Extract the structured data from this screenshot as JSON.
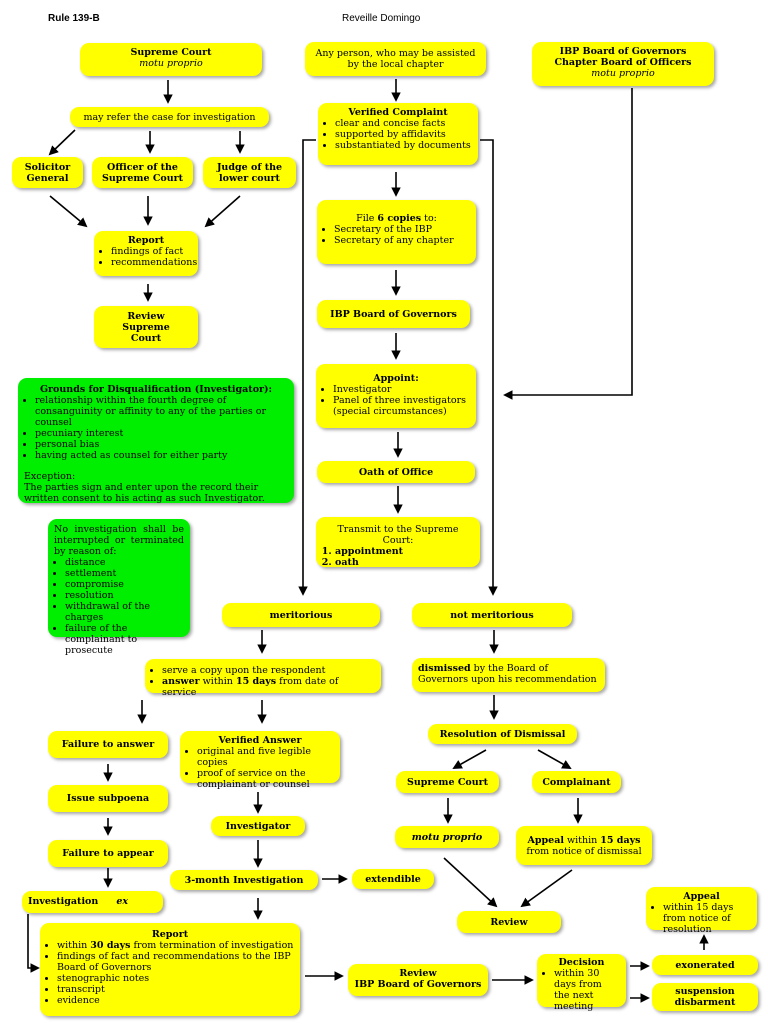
{
  "header": {
    "rule": "Rule 139-B",
    "author": "Reveille Domingo"
  },
  "supreme_court_top": {
    "title": "Supreme Court",
    "sub": "motu proprio"
  },
  "any_person": "Any person, who may be assisted by the local chapter",
  "ibp_board_chapter": {
    "line1": "IBP Board of Governors",
    "line2": "Chapter Board of Officers",
    "sub": "motu proprio"
  },
  "may_refer": "may refer the case for investigation",
  "solicitor_general": "Solicitor General",
  "officer_sc": "Officer of the Supreme Court",
  "judge_lower": "Judge of the lower court",
  "report_left": {
    "title": "Report",
    "items": [
      "findings of fact",
      "recommendations"
    ]
  },
  "review_sc": "Review Supreme Court",
  "verified_complaint": {
    "title": "Verified Complaint",
    "items": [
      "clear and concise facts",
      "supported by affidavits",
      "substantiated by documents"
    ]
  },
  "file_copies": {
    "pre": "File ",
    "bold": "6 copies",
    "post": " to:",
    "items": [
      "Secretary of the IBP",
      "Secretary of any chapter"
    ]
  },
  "ibp_board_gov": "IBP Board of Governors",
  "appoint": {
    "title": "Appoint:",
    "items": [
      "Investigator",
      "Panel of three investigators (special circumstances)"
    ]
  },
  "oath": "Oath of Office",
  "transmit": {
    "title": "Transmit to the Supreme Court:",
    "items": [
      "appointment",
      "oath"
    ]
  },
  "grounds": {
    "title": "Grounds for Disqualification (Investigator):",
    "items": [
      "relationship within the fourth degree of consanguinity or affinity to any of the parties or counsel",
      "pecuniary interest",
      "personal bias",
      "having acted as counsel for either party"
    ],
    "exception_label": "Exception:",
    "exception_text": "The parties sign and enter upon the record their written consent to his acting as such Investigator."
  },
  "no_investigation": {
    "intro": "No investigation shall be interrupted or terminated by reason of:",
    "items": [
      "distance",
      "settlement",
      "compromise",
      "resolution",
      "withdrawal of the charges",
      "failure of the complainant to prosecute"
    ]
  },
  "meritorious": "meritorious",
  "not_meritorious": "not meritorious",
  "serve_copy": {
    "item1": "serve a copy upon the respondent",
    "item2_bold": "answer",
    "item2_a": " within ",
    "item2_days": "15 days",
    "item2_b": " from date of service"
  },
  "dismissed": {
    "bold": "dismissed",
    "rest": " by the Board of Governors upon his recommendation"
  },
  "resolution_dismissal": "Resolution of Dismissal",
  "failure_answer": "Failure to answer",
  "verified_answer": {
    "title": "Verified Answer",
    "items": [
      "original and five legible copies",
      "proof of service on the complainant or counsel"
    ]
  },
  "sc_right": "Supreme Court",
  "complainant": "Complainant",
  "issue_subpoena": "Issue subpoena",
  "investigator": "Investigator",
  "motu_proprio": "motu proprio",
  "appeal_dismissal": {
    "bold": "Appeal",
    "a": " within ",
    "days": "15 days",
    "b": " from notice of dismissal"
  },
  "failure_appear": "Failure to appear",
  "three_month": "3-month Investigation",
  "extendible": "extendible",
  "investigation_ex": {
    "a": "Investigation",
    "b": "ex"
  },
  "review_right": "Review",
  "appeal_resolution": {
    "title": "Appeal",
    "items": [
      "within 15 days from notice of resolution"
    ]
  },
  "report_bottom": {
    "title": "Report",
    "item1_a": "within ",
    "item1_bold": "30 days",
    "item1_b": " from termination of investigation",
    "items": [
      "findings of fact and recommendations to the IBP Board of Governors",
      "stenographic notes",
      "transcript",
      "evidence"
    ]
  },
  "review_ibp": {
    "line1": "Review",
    "line2": "IBP Board of Governors"
  },
  "decision": {
    "title": "Decision",
    "items": [
      "within 30 days from the next meeting"
    ]
  },
  "exonerated": "exonerated",
  "suspension": {
    "line1": "suspension",
    "line2": "disbarment"
  }
}
